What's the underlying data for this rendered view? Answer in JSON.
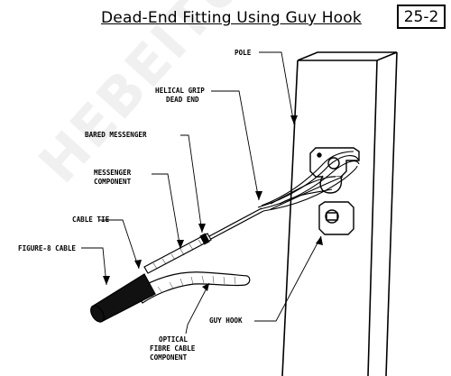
{
  "header": {
    "title": "Dead-End Fitting Using Guy Hook",
    "figure_number": "25-2"
  },
  "labels": {
    "pole": "POLE",
    "helical_grip_line1": "HELICAL GRIP",
    "helical_grip_line2": "DEAD END",
    "bared_messenger": "BARED MESSENGER",
    "messenger_component_line1": "MESSENGER",
    "messenger_component_line2": "COMPONENT",
    "cable_tie": "CABLE TIE",
    "figure8_cable": "FIGURE-8 CABLE",
    "guy_hook": "GUY HOOK",
    "optical_line1": "OPTICAL",
    "optical_line2": "FIBRE CABLE",
    "optical_line3": "COMPONENT"
  },
  "watermark": "HEBEITUOFA",
  "colors": {
    "ink": "#000000",
    "cable_jacket": "#111111"
  }
}
